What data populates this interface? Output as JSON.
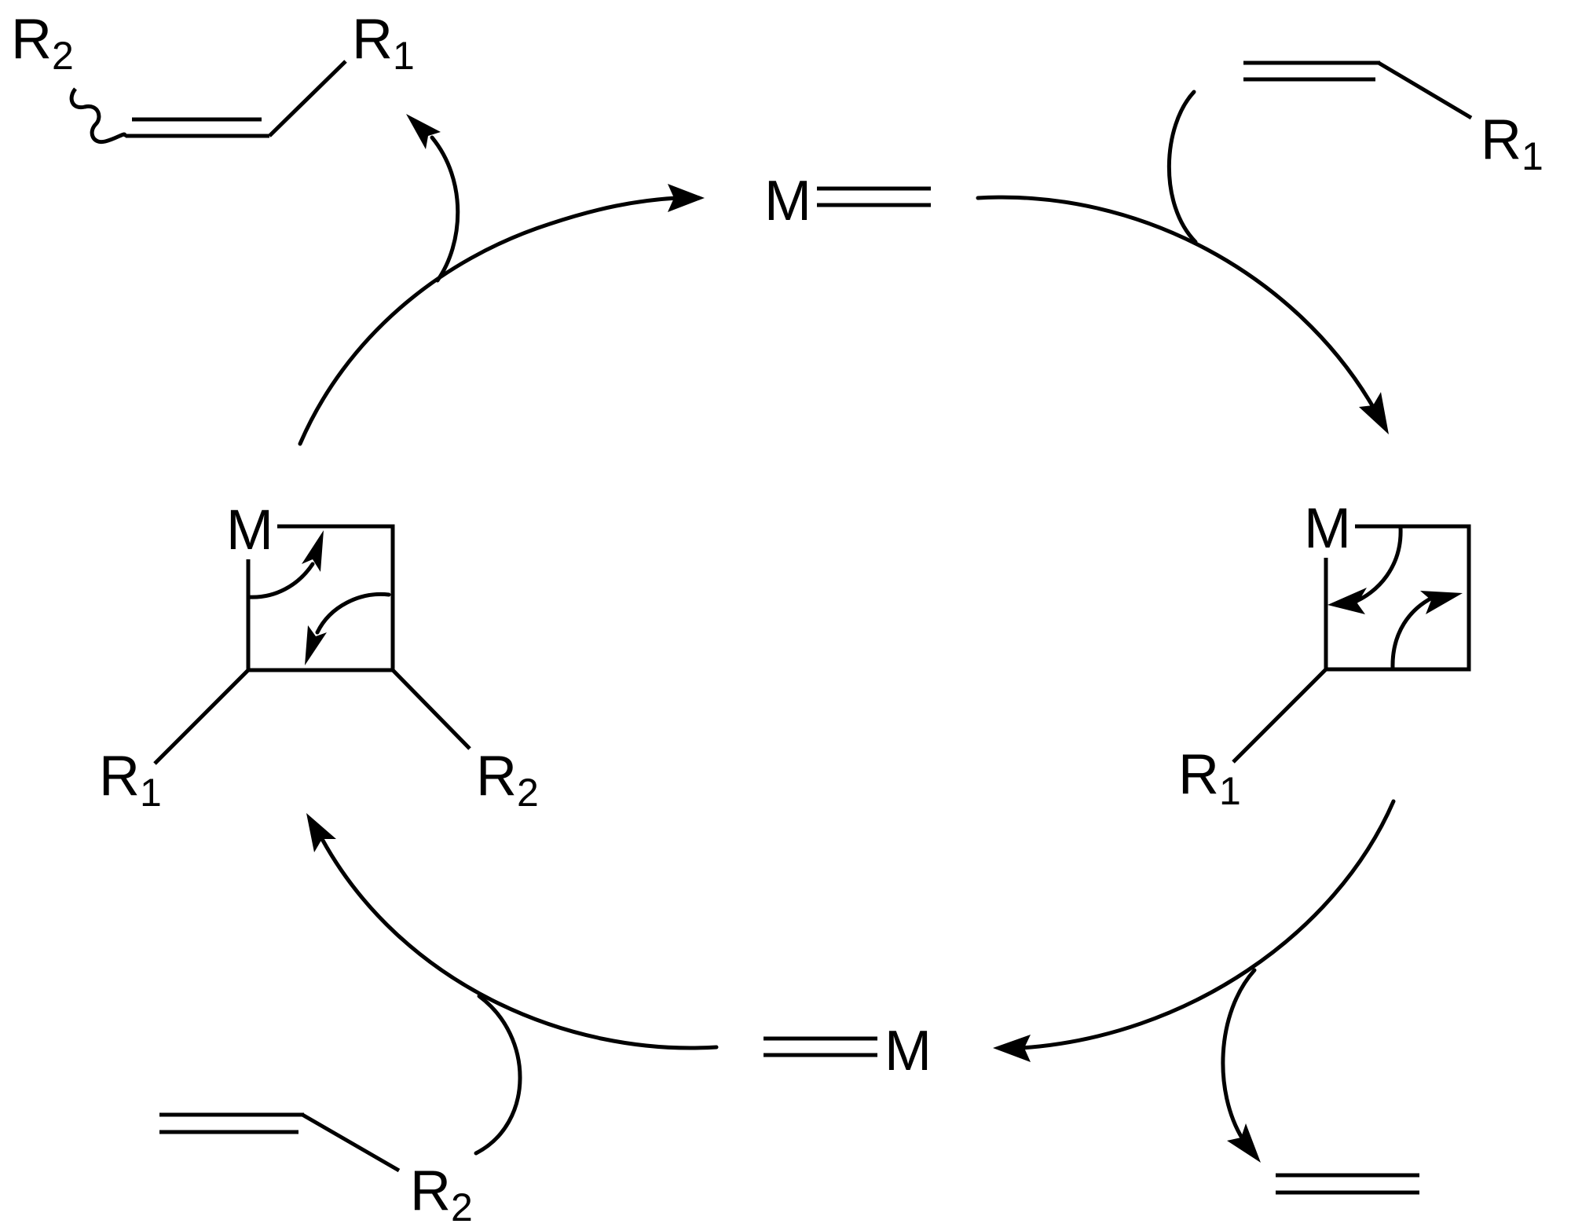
{
  "diagram": {
    "title": "Olefin cross-metathesis catalytic cycle (Chauvin mechanism)",
    "background": "#ffffff",
    "line_color": "#000000"
  },
  "labels": {
    "metal": "M",
    "r_group": "R",
    "sub_1": "1",
    "sub_2": "2"
  },
  "species": {
    "product": {
      "name": "cross-metathesis product R2-CH=CH-R1",
      "substituents": [
        "R2",
        "R1"
      ],
      "r2_main": "R",
      "r2_sub": "2",
      "r1_main": "R",
      "r1_sub": "1"
    },
    "carbene_top": {
      "name": "metal alkylidene M=CH2",
      "metal": "M"
    },
    "alkene_1": {
      "name": "terminal alkene CH2=CH-R1",
      "r_main": "R",
      "r_sub": "1"
    },
    "metallacycle_right": {
      "name": "metallacyclobutane (R1)",
      "metal": "M",
      "r_main": "R",
      "r_sub": "1"
    },
    "ethylene": {
      "name": "ethylene byproduct"
    },
    "carbene_bottom": {
      "name": "metal alkylidene (CH-R1)=M",
      "metal": "M"
    },
    "alkene_2": {
      "name": "terminal alkene CH2=CH-R2",
      "r_main": "R",
      "r_sub": "2"
    },
    "metallacycle_left": {
      "name": "metallacyclobutane (R1, R2)",
      "metal": "M",
      "r1_main": "R",
      "r1_sub": "1",
      "r2_main": "R",
      "r2_sub": "2"
    }
  },
  "arrows": [
    {
      "from": "carbene_top",
      "to": "metallacycle_right",
      "enters": "alkene_1"
    },
    {
      "from": "metallacycle_right",
      "to": "carbene_bottom",
      "releases": "ethylene"
    },
    {
      "from": "carbene_bottom",
      "to": "metallacycle_left",
      "enters": "alkene_2"
    },
    {
      "from": "metallacycle_left",
      "to": "carbene_top",
      "releases": "product"
    }
  ]
}
